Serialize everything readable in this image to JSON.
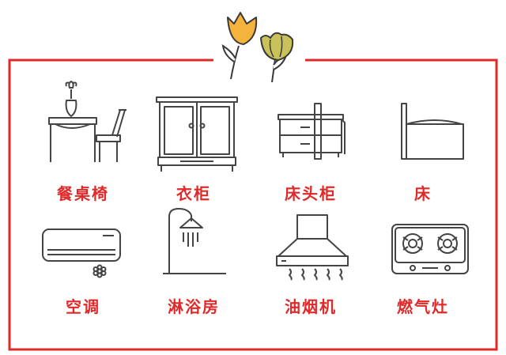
{
  "colors": {
    "frame": "#e02a2a",
    "label": "#e02a2a",
    "line": "#444444",
    "flower_orange": "#f4b33c",
    "flower_green": "#c9c25a",
    "flower_stem": "#3a3a3a"
  },
  "items": [
    {
      "label": "餐桌椅",
      "icon": "dining-table-chair-icon"
    },
    {
      "label": "衣柜",
      "icon": "wardrobe-icon"
    },
    {
      "label": "床头柜",
      "icon": "nightstand-icon"
    },
    {
      "label": "床",
      "icon": "bed-icon"
    },
    {
      "label": "空调",
      "icon": "air-conditioner-icon"
    },
    {
      "label": "淋浴房",
      "icon": "shower-icon"
    },
    {
      "label": "油烟机",
      "icon": "range-hood-icon"
    },
    {
      "label": "燃气灶",
      "icon": "gas-stove-icon"
    }
  ]
}
